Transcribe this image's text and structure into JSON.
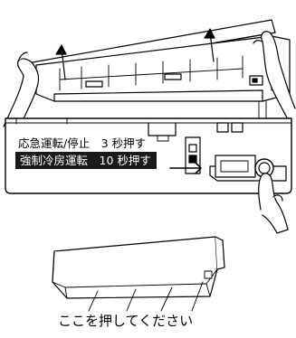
{
  "labels": {
    "emergency": "応急運転/停止　3 秒押す",
    "forced_cooling": "強制冷房運転　10 秒押す"
  },
  "caption": "ここを押してください"
}
